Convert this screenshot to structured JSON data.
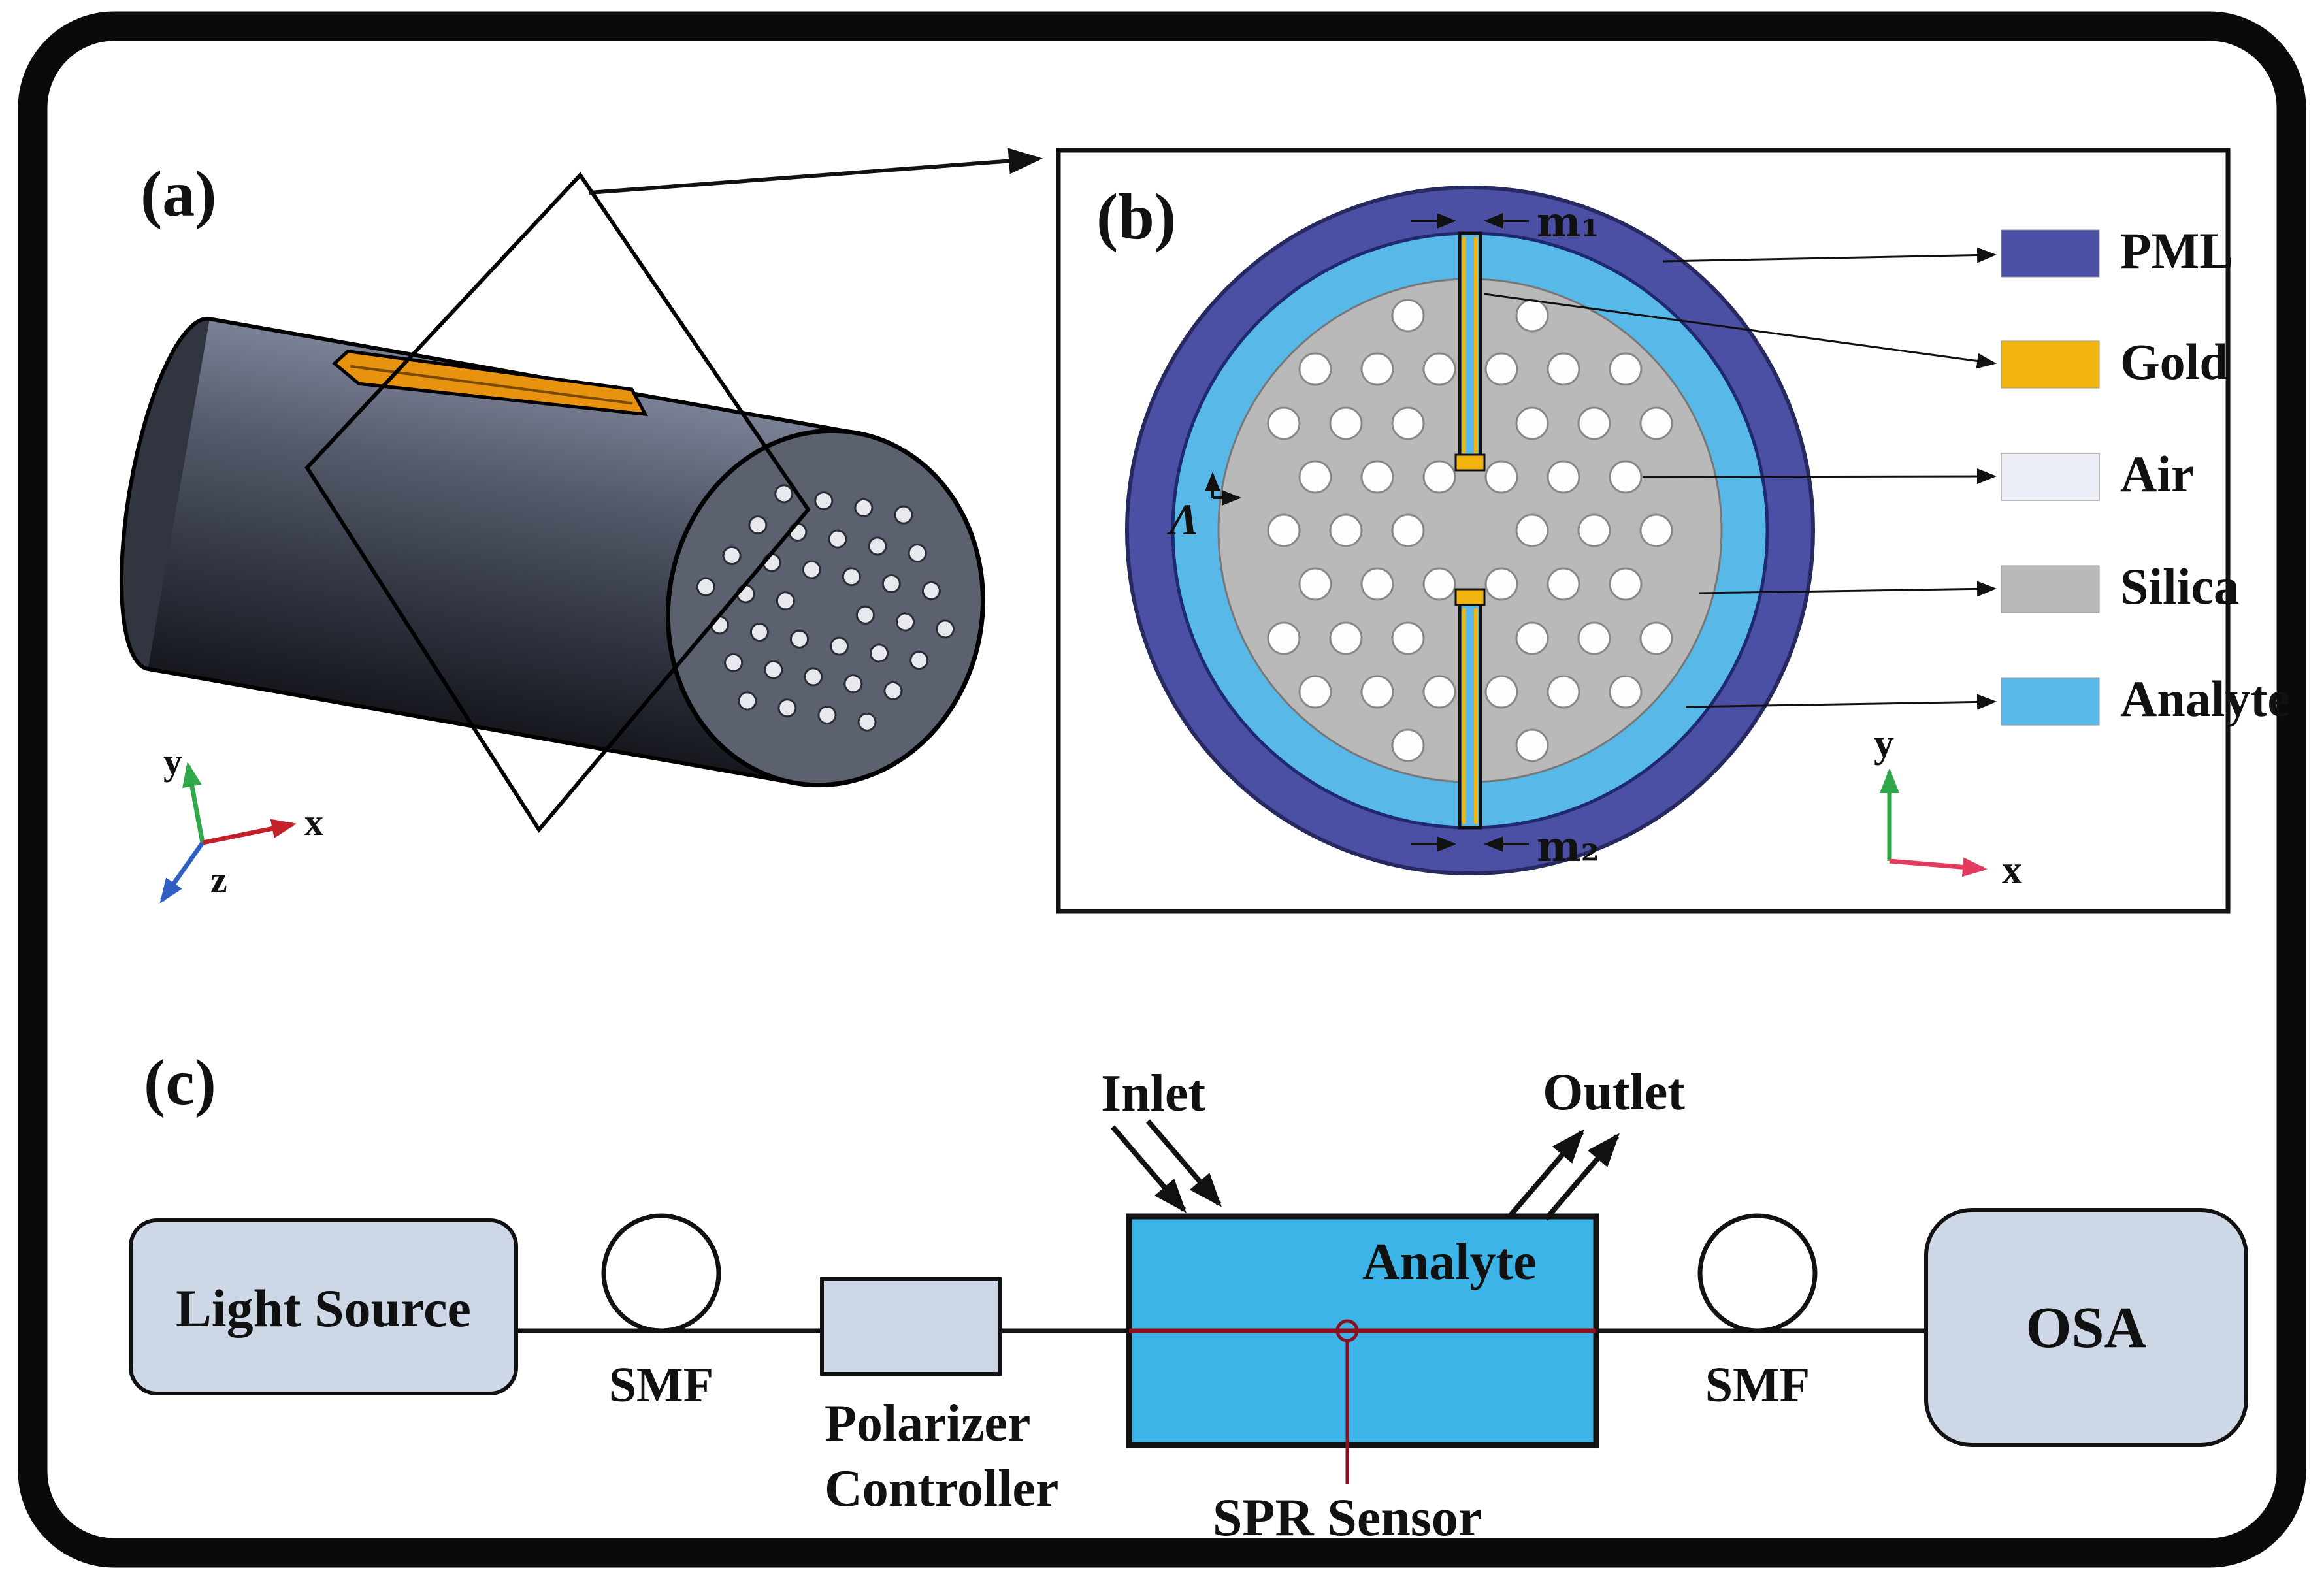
{
  "panels": {
    "a": "(a)",
    "b": "(b)",
    "c": "(c)"
  },
  "colors": {
    "pml": "#4b50a5",
    "gold": "#f2b40e",
    "air": "#eceef8",
    "silica": "#b9b9b9",
    "analyte": "#58b9e9",
    "gold_stripe": "#e8930f",
    "box_fill": "#cdd7e6",
    "chamber_fill": "#3cb4e8",
    "spr_red": "#c01830",
    "fiber_line_red": "#8a1020"
  },
  "panel_a": {
    "axis_x": "x",
    "axis_y": "y",
    "axis_z": "z"
  },
  "panel_b": {
    "m1": "m₁",
    "m2": "m₂",
    "pitch": "Λ",
    "axis_x": "x",
    "axis_y": "y",
    "legend": [
      {
        "label": "PML",
        "color": "#4b50a5"
      },
      {
        "label": "Gold",
        "color": "#f2b40e"
      },
      {
        "label": "Air",
        "color": "#eceef8"
      },
      {
        "label": "Silica",
        "color": "#b9b9b9"
      },
      {
        "label": "Analyte",
        "color": "#58b9e9"
      }
    ]
  },
  "panel_c": {
    "light_source": "Light Source",
    "smf_left": "SMF",
    "polarizer_line1": "Polarizer",
    "polarizer_line2": "Controller",
    "inlet": "Inlet",
    "outlet": "Outlet",
    "analyte": "Analyte",
    "spr_sensor": "SPR Sensor",
    "smf_right": "SMF",
    "osa": "OSA"
  }
}
